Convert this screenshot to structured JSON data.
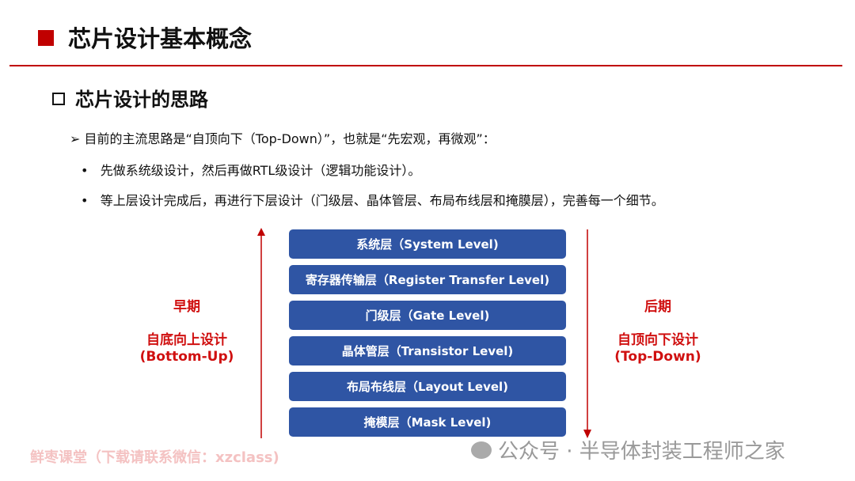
{
  "title": "芯片设计基本概念",
  "subtitle": "芯片设计的思路",
  "intro": "目前的主流思路是“自顶向下（Top-Down）”，也就是“先宏观，再微观”：",
  "bullets": [
    "先做系统级设计，然后再做RTL级设计（逻辑功能设计）。",
    "等上层设计完成后，再进行下层设计（门级层、晶体管层、布局布线层和掩膜层），完善每一个细节。"
  ],
  "levels": [
    "系统层（System Level)",
    "寄存器传输层（Register Transfer Level)",
    "门级层（Gate Level)",
    "晶体管层（Transistor Level)",
    "布局布线层（Layout Level)",
    "掩模层（Mask Level)"
  ],
  "left": {
    "period": "早期",
    "approach": "自底向上设计",
    "english": "(Bottom-Up)"
  },
  "right": {
    "period": "后期",
    "approach": "自顶向下设计",
    "english": "(Top-Down)"
  },
  "watermark_left": "鲜枣课堂（下载请联系微信：xzclass)",
  "watermark_right": "公众号 · 半导体封装工程师之家",
  "colors": {
    "accent": "#c00000",
    "block": "#2f55a4"
  }
}
